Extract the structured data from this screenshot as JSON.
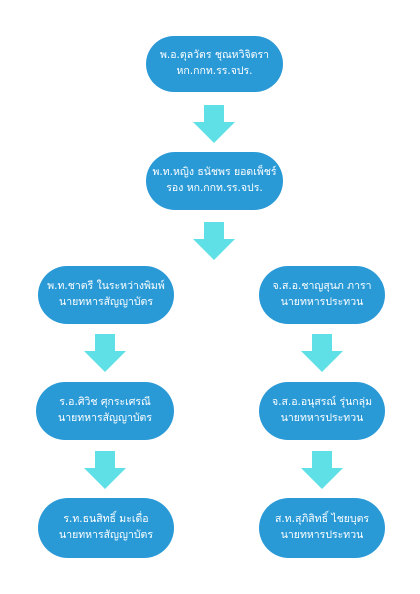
{
  "colors": {
    "node": "#2a9ad7",
    "arrow": "#5ee0e6",
    "text": "#ffffff"
  },
  "nodes": {
    "top": {
      "line1": "พ.อ.ตุลวัตร ชุณหวิจิตรา",
      "line2": "หก.กกท.รร.จปร."
    },
    "second": {
      "line1": "พ.ท.หญิง ธนัชพร ยอดเพ็ชร์",
      "line2": "รอง หก.กกท.รร.จปร."
    },
    "left1": {
      "line1": "พ.ท.ชาตรี ในระหว่างพิมพ์",
      "line2": "นายทหารสัญญาบัตร"
    },
    "left2": {
      "line1": "ร.อ.ศิวิช ศุกระเศรณี",
      "line2": "นายทหารสัญญาบัตร"
    },
    "left3": {
      "line1": "ร.ท.ธนสิทธิ์ มะเดื่อ",
      "line2": "นายทหารสัญญาบัตร"
    },
    "right1": {
      "line1": "จ.ส.อ.ชาญสุนภ ภารา",
      "line2": "นายทหารประทวน"
    },
    "right2": {
      "line1": "จ.ส.อ.อนุสรณ์ รุ่นกลุ่ม",
      "line2": "นายทหารประทวน"
    },
    "right3": {
      "line1": "ส.ท.สุภิสิทธิ์ ไชยบุตร",
      "line2": "นายทหารประทวน"
    }
  }
}
